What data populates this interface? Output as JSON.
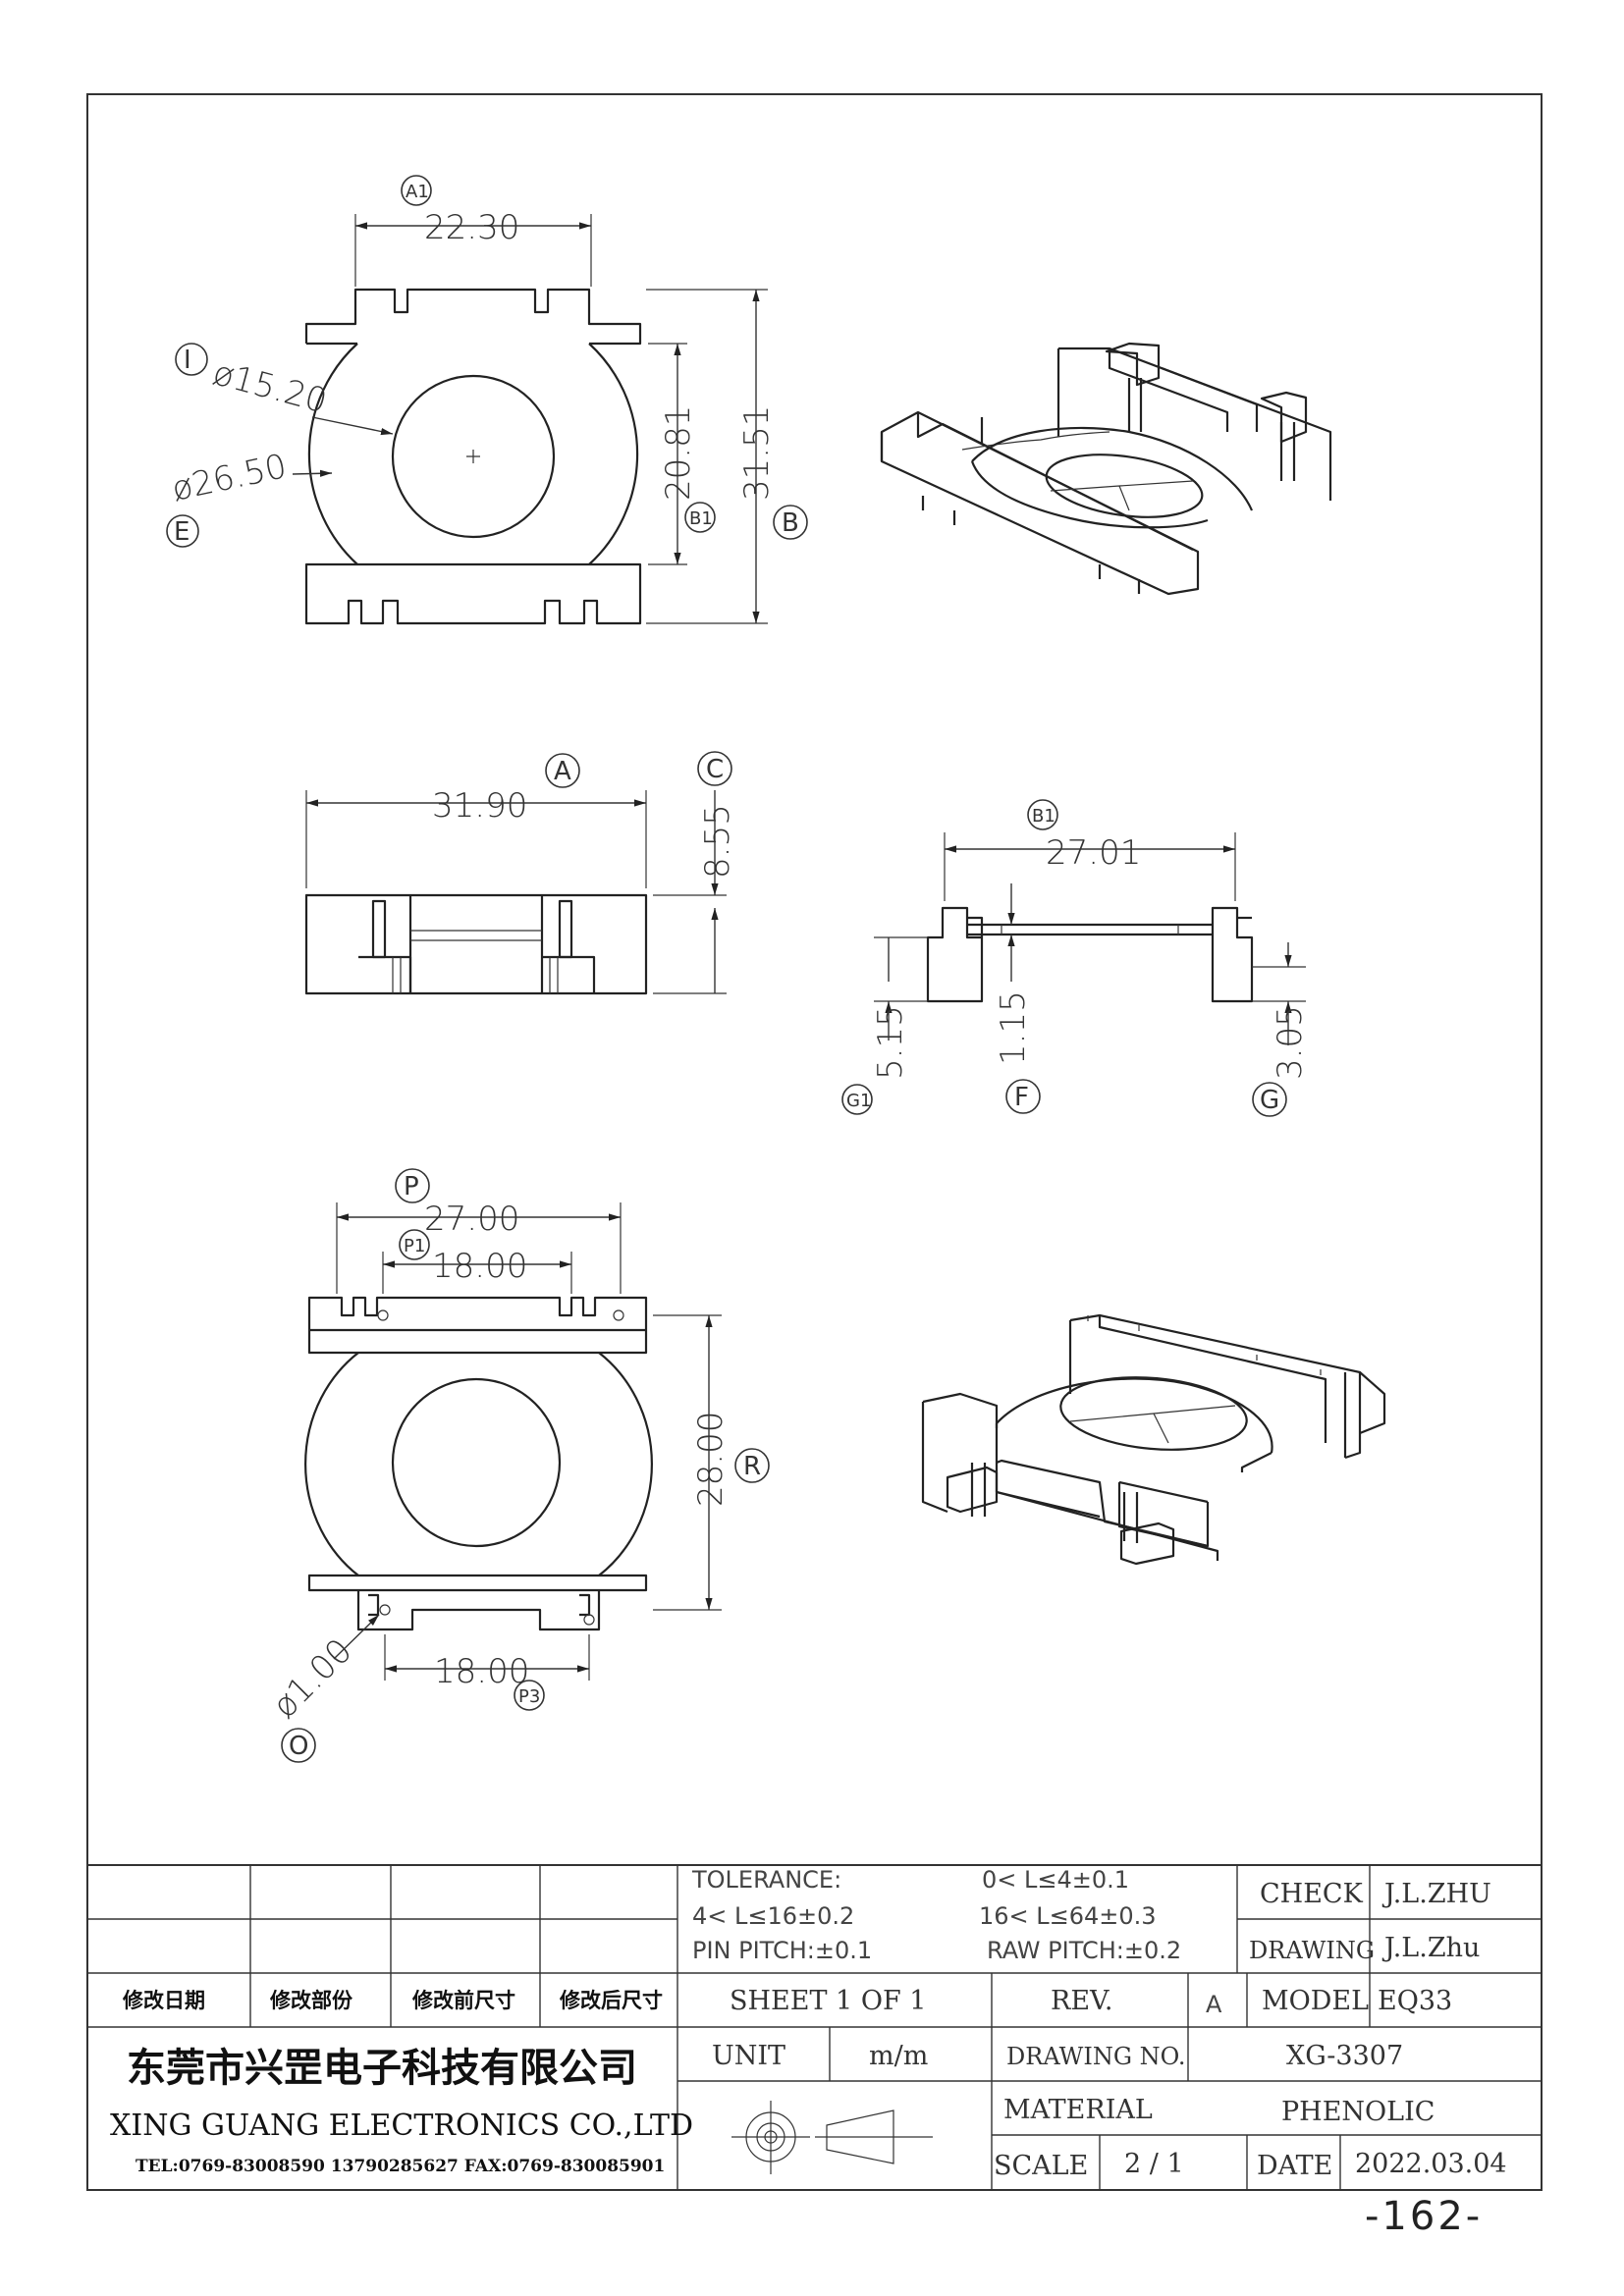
{
  "views": {
    "top": {
      "labels": {
        "a1": "A1",
        "i": "I",
        "e": "E",
        "b1": "B1",
        "b": "B",
        "d_a1": "22.30",
        "d_i": "ø15.20",
        "d_e": "ø26.50",
        "d_b1": "20.81",
        "d_b": "31.51"
      }
    },
    "front": {
      "labels": {
        "a": "A",
        "c": "C",
        "d_a": "31.90",
        "d_c": "8.55"
      }
    },
    "side": {
      "labels": {
        "b1": "B1",
        "g1": "G1",
        "f": "F",
        "g": "G",
        "d_b1": "27.01",
        "d_g1": "5.15",
        "d_f": "1.15",
        "d_g": "3.05"
      }
    },
    "bottom": {
      "labels": {
        "p": "P",
        "p1": "P1",
        "r": "R",
        "o": "O",
        "p3": "P3",
        "d_p": "27.00",
        "d_p1": "18.00",
        "d_r": "28.00",
        "d_o": "ø1.00",
        "d_p3": "18.00"
      }
    }
  },
  "title_block": {
    "tolerance_title": "TOLERANCE:",
    "tol_1": "0< L≤4±0.1",
    "tol_2": "4< L≤16±0.2",
    "tol_3": "16< L≤64±0.3",
    "pin_pitch": "PIN PITCH:±0.1",
    "raw_pitch": "RAW PITCH:±0.2",
    "check_label": "CHECK",
    "check_value": "J.L.ZHU",
    "drawing_label": "DRAWING",
    "drawing_value": "J.L.Zhu",
    "rev_headers": [
      "修改日期",
      "修改部份",
      "修改前尺寸",
      "修改后尺寸"
    ],
    "sheet": "SHEET 1 OF 1",
    "rev_label": "REV.",
    "rev_value": "A",
    "model_label": "MODEL",
    "model_value": "EQ33",
    "company_cn": "东莞市兴罡电子科技有限公司",
    "company_en": "XING GUANG ELECTRONICS CO.,LTD",
    "contact": "TEL:0769-83008590 13790285627 FAX:0769-830085901",
    "unit_label": "UNIT",
    "unit_value": "m/m",
    "drawing_no_label": "DRAWING NO.",
    "drawing_no_value": "XG-3307",
    "material_label": "MATERIAL",
    "material_value": "PHENOLIC",
    "scale_label": "SCALE",
    "scale_value": "2 / 1",
    "date_label": "DATE",
    "date_value": "2022.03.04"
  },
  "page_number": "-162-"
}
